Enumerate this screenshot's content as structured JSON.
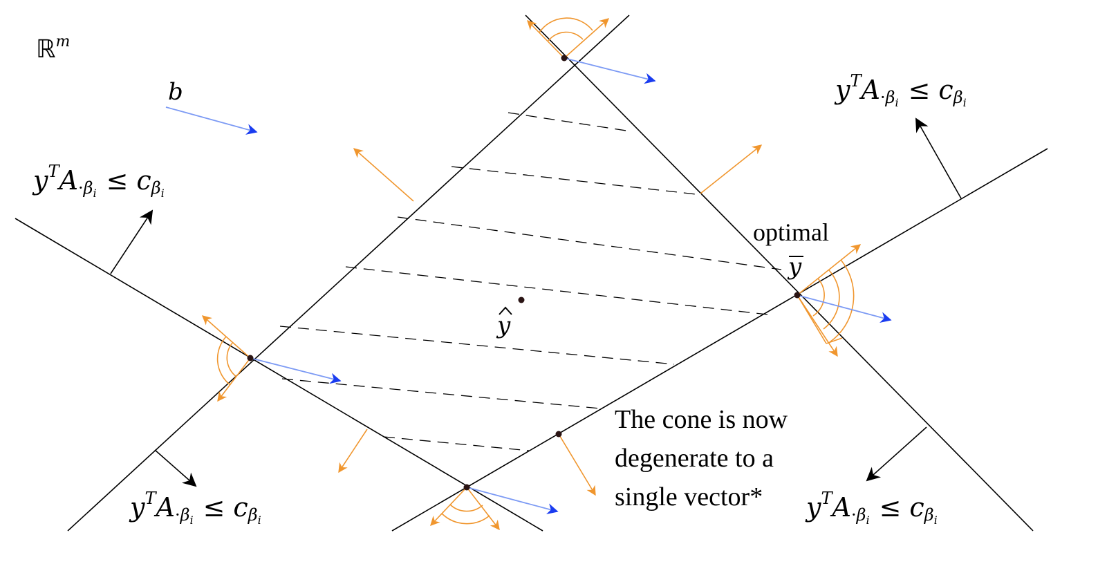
{
  "colors": {
    "line": "#000000",
    "orange": "#f0962e",
    "blue": "#1a3cf0",
    "blue_light": "#7c9af4",
    "black_arrow": "#000000"
  },
  "labels": {
    "space": "ℝ",
    "space_sup": "m",
    "b": "b",
    "constraint": {
      "y": "y",
      "sup": "T",
      "A": "A",
      "dot": "·",
      "sub_beta": "β",
      "sub_i": "i",
      "leq": "≤",
      "c": "c"
    },
    "optimal": "optimal",
    "y_bar": "y",
    "y_hat": "y",
    "cone_note_line1": "The cone is now",
    "cone_note_line2": "degenerate to a",
    "cone_note_line3": "single vector*"
  }
}
